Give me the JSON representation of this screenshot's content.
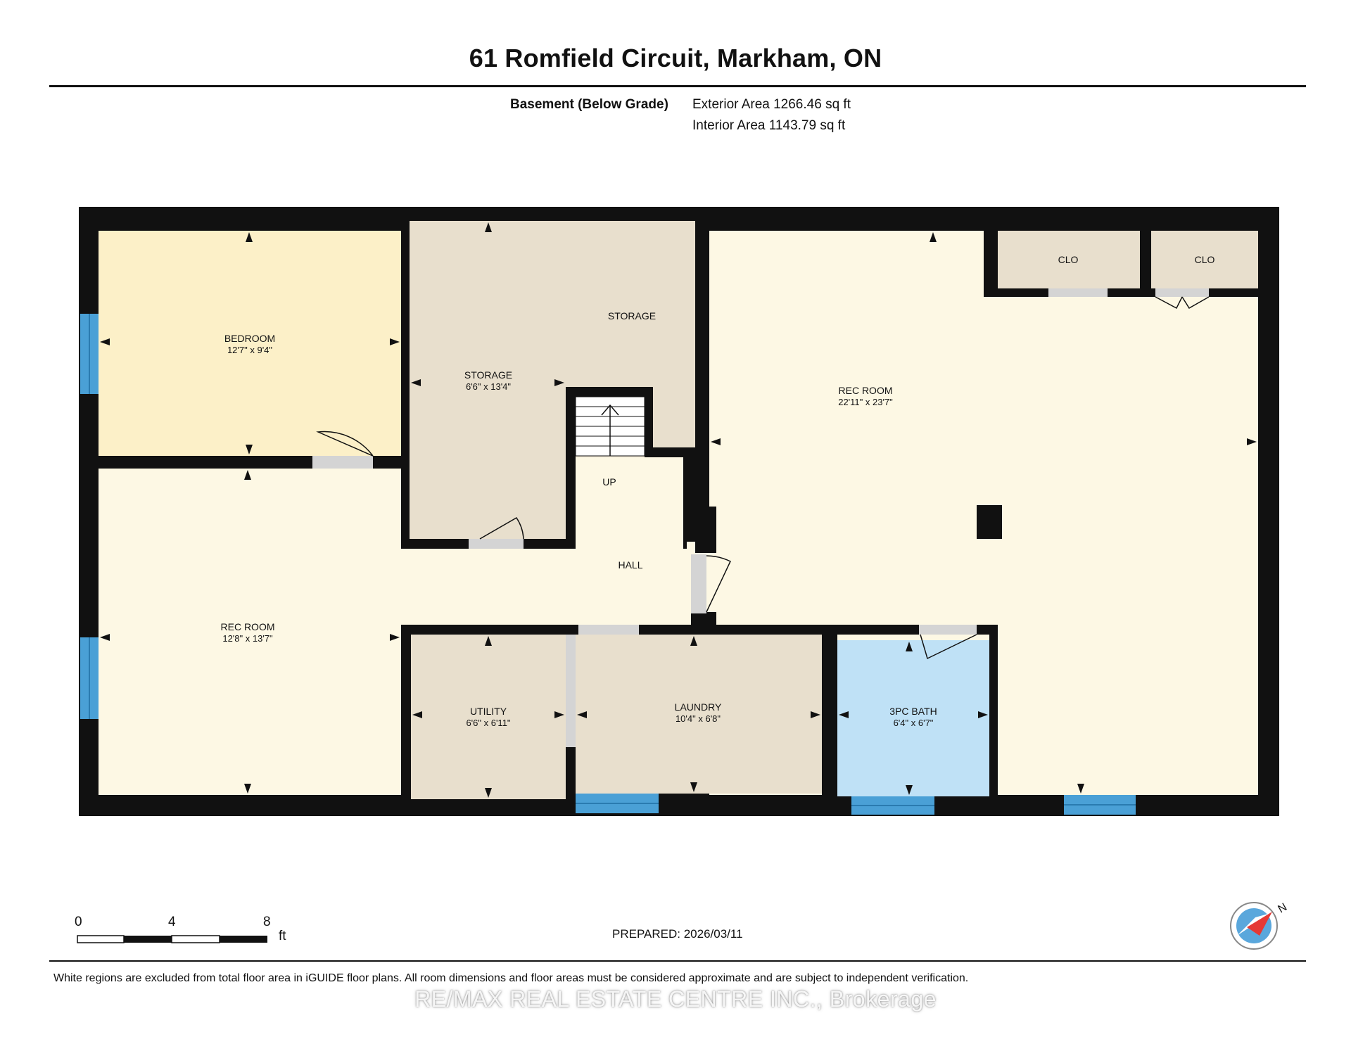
{
  "header": {
    "title": "61 Romfield Circuit, Markham, ON",
    "level": "Basement (Below Grade)",
    "exterior_area": "Exterior Area 1266.46 sq ft",
    "interior_area": "Interior Area 1143.79 sq ft"
  },
  "rooms": {
    "bedroom": {
      "name": "BEDROOM",
      "dims": "12'7\" x 9'4\""
    },
    "storage_1": {
      "name": "STORAGE",
      "dims": "6'6\" x 13'4\""
    },
    "storage_2": {
      "name": "STORAGE"
    },
    "up": {
      "name": "UP"
    },
    "hall": {
      "name": "HALL"
    },
    "rec_room_left": {
      "name": "REC ROOM",
      "dims": "12'8\" x 13'7\""
    },
    "utility": {
      "name": "UTILITY",
      "dims": "6'6\" x 6'11\""
    },
    "laundry": {
      "name": "LAUNDRY",
      "dims": "10'4\" x 6'8\""
    },
    "bath": {
      "name": "3PC BATH",
      "dims": "6'4\" x 6'7\""
    },
    "rec_room_right": {
      "name": "REC ROOM",
      "dims": "22'11\" x 23'7\""
    },
    "clo_1": {
      "name": "CLO"
    },
    "clo_2": {
      "name": "CLO"
    }
  },
  "scale_bar": {
    "ticks": [
      "0",
      "4",
      "8"
    ],
    "unit": "ft"
  },
  "footer": {
    "prepared": "PREPARED: 2026/03/11",
    "disclaimer": "White regions are excluded from total floor area in iGUIDE floor plans. All room dimensions and floor areas must be considered approximate and are subject to independent verification.",
    "watermark": "RE/MAX REAL ESTATE CENTRE INC., Brokerage"
  },
  "colors": {
    "wall": "#111111",
    "bedroom": "#fcf0c8",
    "rec_room": "#fdf8e4",
    "storage": "#e8dfcd",
    "bath": "#bfe1f6",
    "window": "#4aa0d6",
    "door_gap": "#d4d4d4"
  },
  "icons": {
    "compass": "north-compass-icon",
    "stairs": "stairs-icon"
  }
}
